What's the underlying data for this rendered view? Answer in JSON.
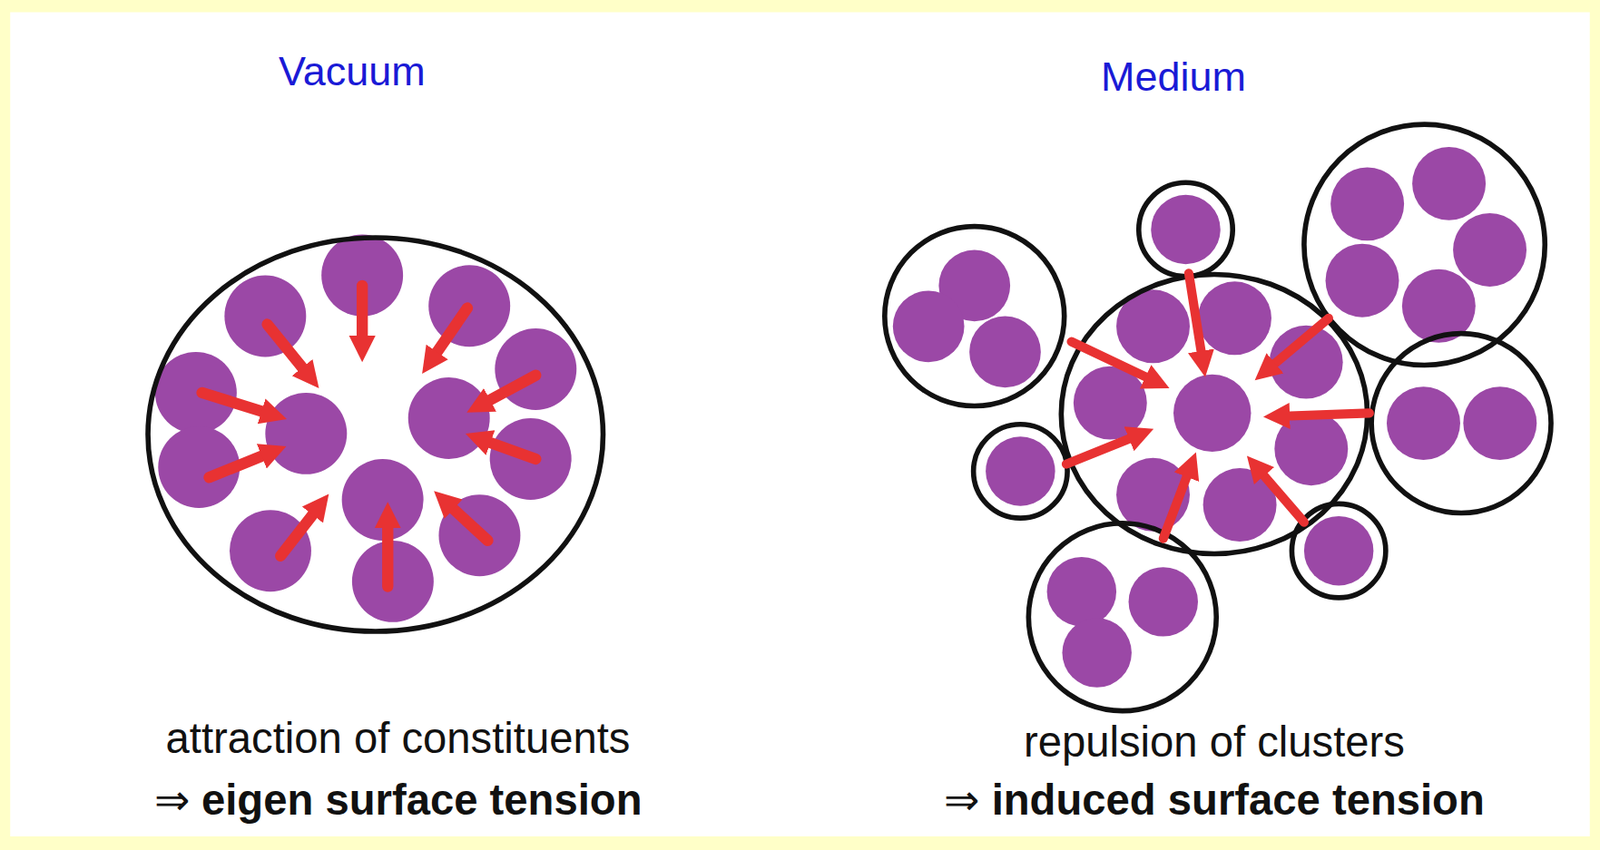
{
  "diagram": {
    "labels": [
      "Vacuum",
      "Medium",
      "attraction of constituents",
      "⇒",
      "eigen surface tension",
      "repulsion of clusters",
      "⇒",
      "induced surface tension"
    ]
  }
}
